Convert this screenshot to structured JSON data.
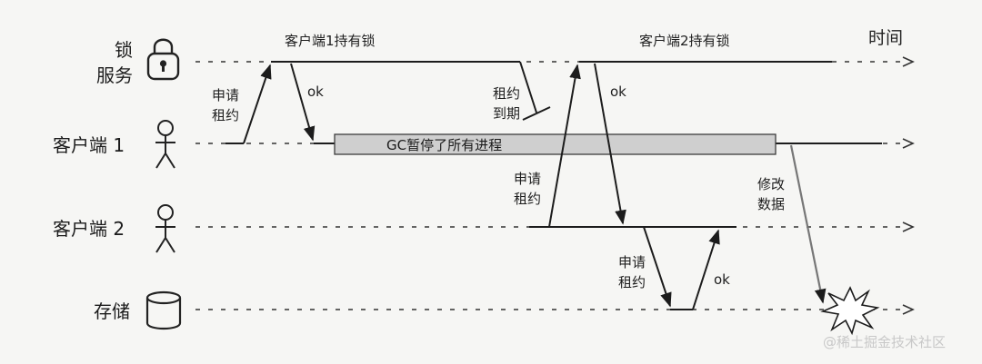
{
  "time_label": "时间",
  "lanes": {
    "lock_service": {
      "line1": "锁",
      "line2": "服务"
    },
    "client1": "客户端 1",
    "client2": "客户端 2",
    "storage": "存储"
  },
  "labels": {
    "client1_holds_lock": "客户端1持有锁",
    "client2_holds_lock": "客户端2持有锁",
    "apply_lease": {
      "line1": "申请",
      "line2": "租约"
    },
    "ok": "ok",
    "lease_expired": {
      "line1": "租约",
      "line2": "到期"
    },
    "gc_pause": "GC暂停了所有进程",
    "modify_data": {
      "line1": "修改",
      "line2": "数据"
    }
  },
  "watermark": "@稀土掘金技术社区",
  "colors": {
    "line": "#1c1c1c",
    "gc_bar_fill": "#cfcfcf",
    "gc_bar_stroke": "#3c3c3c",
    "crash_arrow": "#777777"
  },
  "icons": {
    "lock_service": "padlock-icon",
    "client1": "person-icon",
    "client2": "person-icon",
    "storage": "database-cylinder-icon",
    "write_failure": "explosion-icon"
  }
}
